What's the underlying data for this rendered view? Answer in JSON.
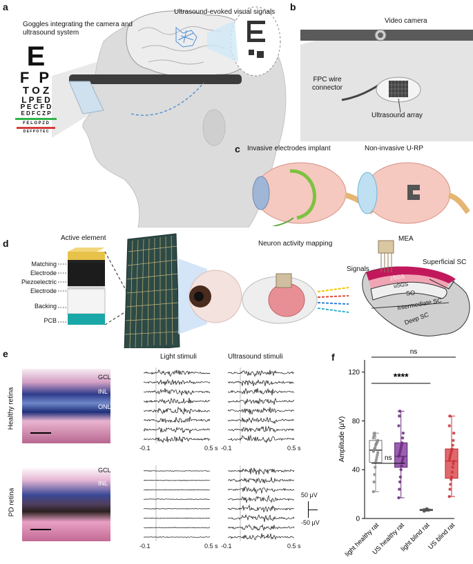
{
  "panels": {
    "a": {
      "label": "a",
      "goggles_label": "Goggles integrating the camera and ultrasound system",
      "signals_label": "Ultrasound-evoked visual signals",
      "eye_chart_rows": [
        "E",
        "F P",
        "T O Z",
        "L P E D",
        "P E C F D",
        "E D F C Z P",
        "F E L O P Z D",
        "D E F P O T E C"
      ]
    },
    "b": {
      "label": "b",
      "camera_label": "Video camera",
      "fpc_label": "FPC wire connector",
      "array_label": "Ultrasound array"
    },
    "c": {
      "label": "c",
      "invasive_label": "Invasive electrodes implant",
      "noninvasive_label": "Non-invasive U-RP"
    },
    "d": {
      "label": "d",
      "active_element_label": "Active element",
      "layers": [
        "Matching",
        "Electrode",
        "Piezoelectric",
        "Electrode",
        "Backing",
        "PCB"
      ],
      "mapping_label": "Neuron activity mapping",
      "signals_label": "Signals",
      "mea_label": "MEA",
      "superficial_label": "Superficial SC",
      "sc_layers": [
        "zSGS",
        "uSGS",
        "SO",
        "Intermediate SC",
        "Deep SC"
      ]
    },
    "e": {
      "label": "e",
      "row_labels": [
        "Healthy retina",
        "PD retina"
      ],
      "histology_layers_healthy": [
        "GCL",
        "INL",
        "ONL"
      ],
      "histology_layers_pd": [
        "GCL",
        "INL"
      ],
      "col_titles": [
        "Light stimuli",
        "Ultrasound stimuli"
      ],
      "time_start": "-0.1",
      "time_end": "0.5 s",
      "scale_top": "50 μV",
      "scale_bottom": "-50 μV"
    },
    "f": {
      "label": "f"
    }
  },
  "chart_data": {
    "type": "box",
    "ylabel": "Amplitude (μV)",
    "ylim": [
      0,
      130
    ],
    "yticks": [
      0,
      40,
      80,
      120
    ],
    "categories": [
      "light healthy rat",
      "US healthy rat",
      "light blind rat",
      "US blind rat"
    ],
    "box_stats": [
      {
        "min": 22,
        "q1": 46,
        "median": 56,
        "q3": 64,
        "max": 70
      },
      {
        "min": 17,
        "q1": 42,
        "median": 51,
        "q3": 62,
        "max": 88
      },
      {
        "min": 6,
        "q1": 6.5,
        "median": 7,
        "q3": 7.5,
        "max": 8
      },
      {
        "min": 18,
        "q1": 33,
        "median": 47,
        "q3": 57,
        "max": 84
      }
    ],
    "points": [
      [
        22,
        30,
        36,
        42,
        46,
        48,
        50,
        52,
        54,
        55,
        56,
        57,
        58,
        60,
        61,
        62,
        63,
        64,
        66,
        68,
        70
      ],
      [
        17,
        24,
        30,
        34,
        40,
        43,
        46,
        48,
        50,
        51,
        52,
        54,
        56,
        58,
        60,
        62,
        66,
        70,
        76,
        84,
        88
      ],
      [
        6,
        6.5,
        7,
        7,
        7.5,
        8
      ],
      [
        18,
        24,
        28,
        32,
        34,
        38,
        42,
        45,
        47,
        48,
        50,
        52,
        54,
        56,
        57,
        60,
        64,
        70,
        76,
        84
      ]
    ],
    "colors": [
      "#888888",
      "#6b2d7e",
      "#555555",
      "#c9353c"
    ],
    "fills": [
      "#ffffff",
      "#9a5fae",
      "#ffffff",
      "#e0696e"
    ],
    "comparisons": [
      {
        "from": 0,
        "to": 1,
        "label": "ns"
      },
      {
        "from": 0,
        "to": 2,
        "label": "****"
      },
      {
        "from": 0,
        "to": 3,
        "label": "ns"
      }
    ]
  }
}
